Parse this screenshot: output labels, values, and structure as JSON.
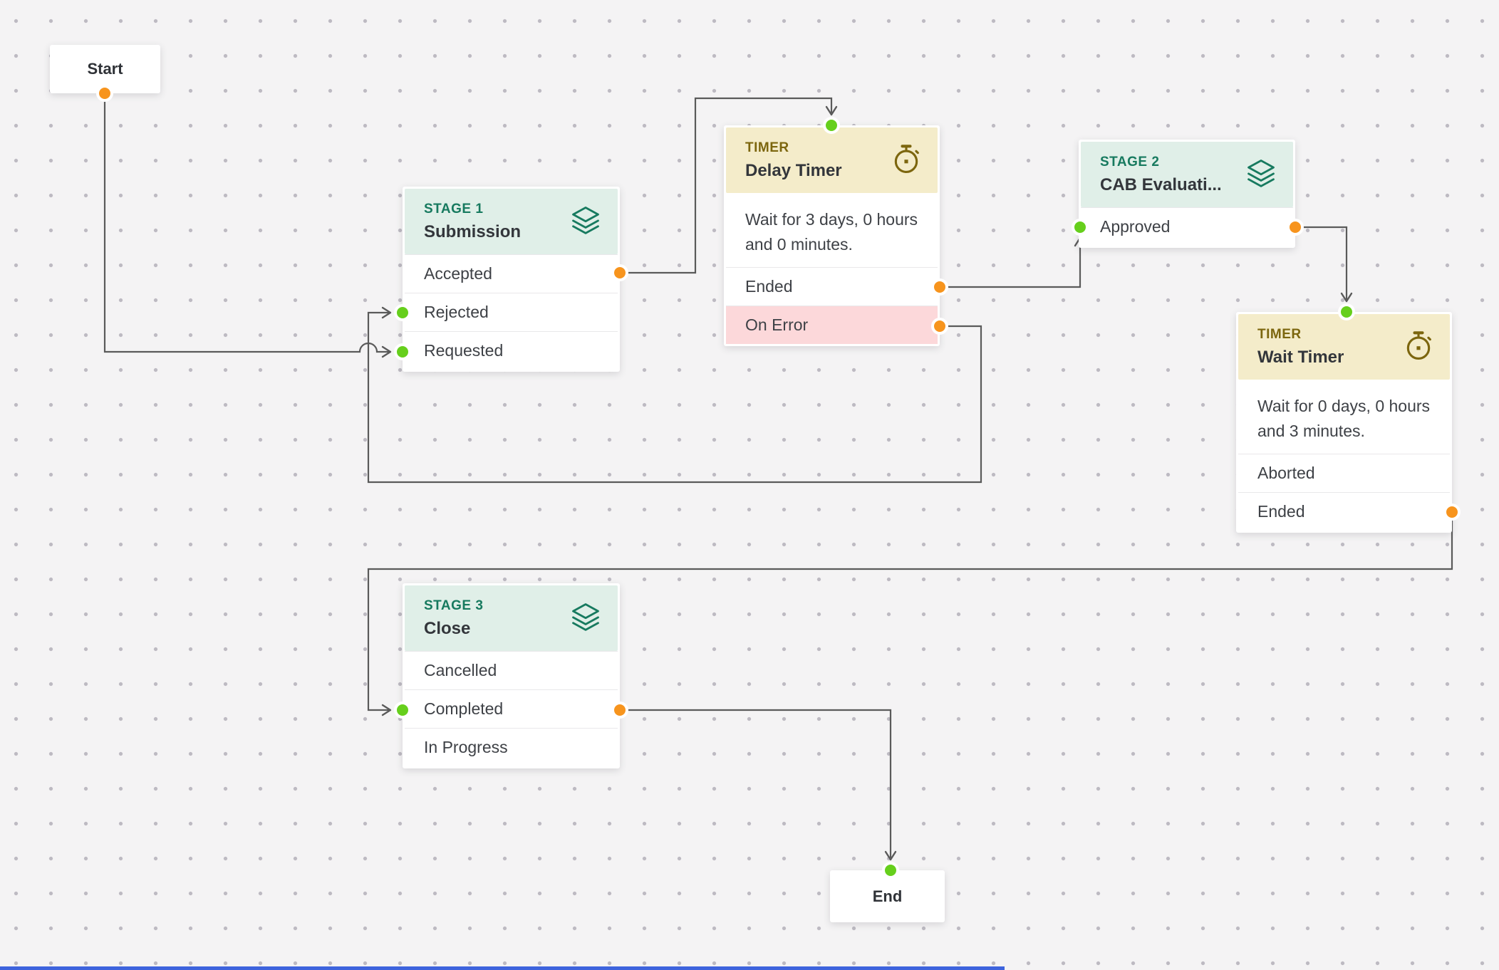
{
  "canvas": {
    "background_color": "#f4f3f4",
    "grid_dot_color": "#bdbac2",
    "connector_color": "#5a5a5a",
    "scrollbar_color": "#3d63dd"
  },
  "ports": {
    "output_color": "#f7941d",
    "input_color": "#66cf1c"
  },
  "nodes": {
    "start": {
      "label": "Start"
    },
    "stage1": {
      "kind": "STAGE 1",
      "title": "Submission",
      "icon": "layers-icon",
      "accent_color": "#177a5f",
      "header_color": "#e0efe8",
      "outcomes": [
        "Accepted",
        "Rejected",
        "Requested"
      ]
    },
    "delay_timer": {
      "kind": "TIMER",
      "title": "Delay Timer",
      "icon": "stopwatch-icon",
      "accent_color": "#7c660e",
      "header_color": "#f4ecca",
      "description": "Wait for 3 days, 0 hours and 0 minutes.",
      "outcomes": [
        "Ended",
        "On Error"
      ],
      "error_row_color": "#fcd8da"
    },
    "stage2": {
      "kind": "STAGE 2",
      "title": "CAB Evaluati...",
      "icon": "layers-icon",
      "accent_color": "#177a5f",
      "header_color": "#e0efe8",
      "outcomes": [
        "Approved"
      ]
    },
    "wait_timer": {
      "kind": "TIMER",
      "title": "Wait Timer",
      "icon": "stopwatch-icon",
      "accent_color": "#7c660e",
      "header_color": "#f4ecca",
      "description": "Wait for 0 days, 0 hours and 3 minutes.",
      "outcomes": [
        "Aborted",
        "Ended"
      ]
    },
    "stage3": {
      "kind": "STAGE 3",
      "title": "Close",
      "icon": "layers-icon",
      "accent_color": "#177a5f",
      "header_color": "#e0efe8",
      "outcomes": [
        "Cancelled",
        "Completed",
        "In Progress"
      ]
    },
    "end": {
      "label": "End"
    }
  },
  "edges": [
    {
      "from": "Start",
      "to": "Stage 1 / Requested"
    },
    {
      "from": "Delay Timer / On Error",
      "to": "Stage 1 / Rejected"
    },
    {
      "from": "Stage 1 / Accepted",
      "to": "Delay Timer"
    },
    {
      "from": "Delay Timer / Ended",
      "to": "Stage 2 / Approved"
    },
    {
      "from": "Stage 2 / Approved",
      "to": "Wait Timer"
    },
    {
      "from": "Wait Timer / Ended",
      "to": "Stage 3 / Completed"
    },
    {
      "from": "Stage 3 / Completed",
      "to": "End"
    }
  ]
}
